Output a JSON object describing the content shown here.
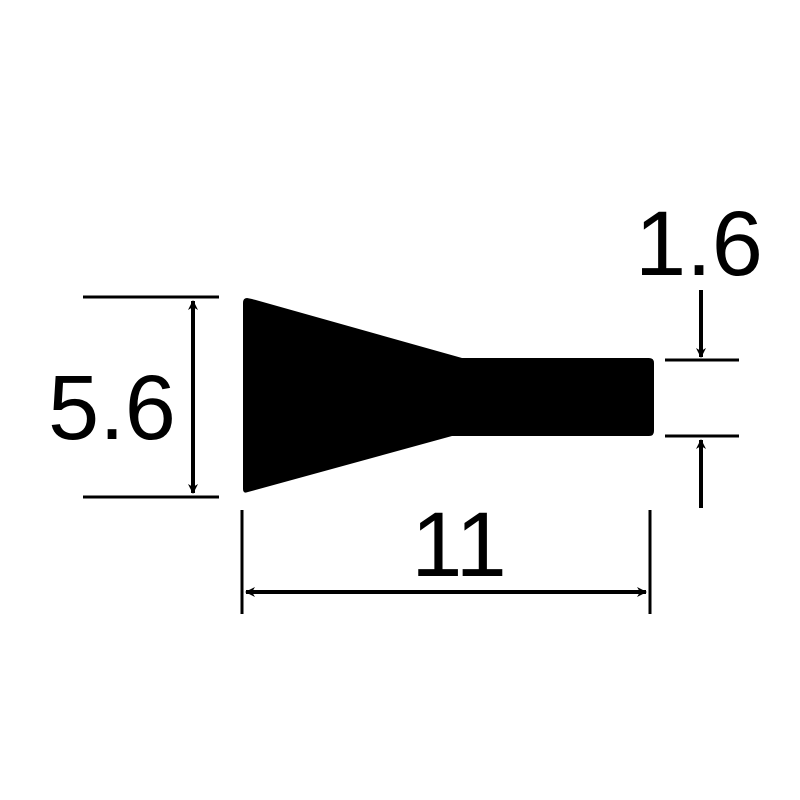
{
  "profile": {
    "colors": {
      "fill": "#000000",
      "background": "#ffffff"
    }
  },
  "dimensions": {
    "height_label": "5.6",
    "tail_thickness_label": "1.6",
    "length_label": "11"
  }
}
